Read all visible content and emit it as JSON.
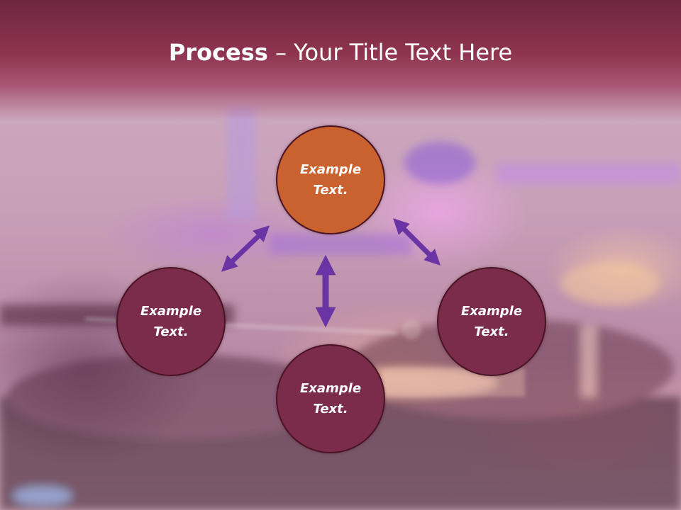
{
  "title": {
    "bold": "Process",
    "rest": " – Your Title Text Here"
  },
  "nodes": [
    {
      "line1": "Example",
      "line2": "Text."
    },
    {
      "line1": "Example",
      "line2": "Text."
    },
    {
      "line1": "Example",
      "line2": "Text."
    },
    {
      "line1": "Example",
      "line2": "Text."
    }
  ],
  "colors": {
    "title_bar": "#8e3450",
    "accent_node": "#c9622f",
    "node": "#7a2c4a",
    "arrow": "#6a34a4"
  }
}
